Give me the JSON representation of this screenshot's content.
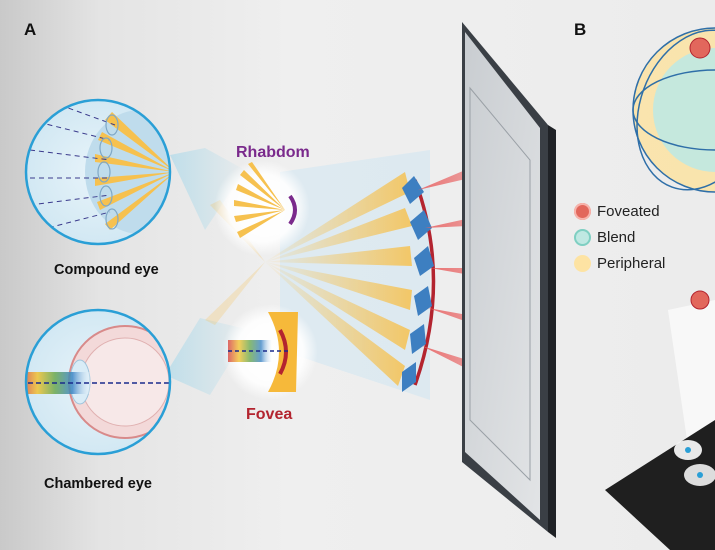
{
  "panels": {
    "a": "A",
    "b": "B"
  },
  "captions": {
    "compound": "Compound eye",
    "chambered": "Chambered eye"
  },
  "callouts": {
    "rhabdom": "Rhabdom",
    "fovea": "Fovea"
  },
  "legend": [
    {
      "label": "Foveated",
      "color": "#e2675c"
    },
    {
      "label": "Blend",
      "color": "#bfe8e2"
    },
    {
      "label": "Peripheral",
      "color": "#fde3a3"
    }
  ],
  "colors": {
    "rhabdom": "#7a2a8c",
    "fovea": "#b3242f",
    "ray": "#f6c14f",
    "beam": "#e85c5c",
    "circle_stroke": "#2a9fd6"
  }
}
